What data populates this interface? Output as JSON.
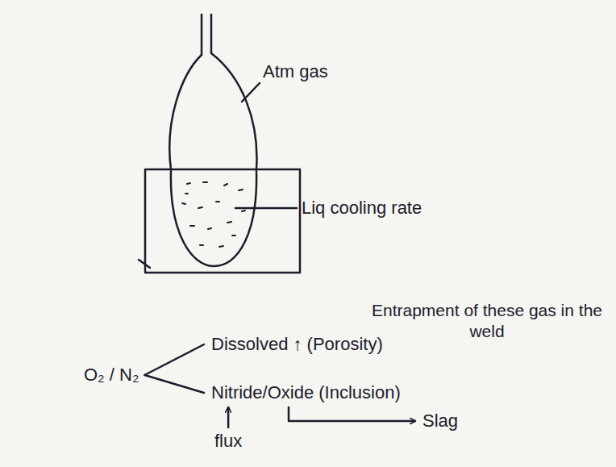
{
  "diagram": {
    "nodes": [
      {
        "text": [
          "O₂ / N₂"
        ]
      },
      {
        "text": [
          "Dissolved ↑ (Porosity)"
        ]
      },
      {
        "text": [
          "Nitride/Oxide (Inclusion)"
        ]
      },
      {
        "text": [
          "flux"
        ]
      },
      {
        "text": [
          "Slag"
        ]
      }
    ],
    "edges": [
      {
        "from": 0,
        "to": 1,
        "arrow": "none"
      },
      {
        "from": 0,
        "to": 2,
        "arrow": "none"
      },
      {
        "from": 3,
        "to": 2,
        "arrow": "to"
      },
      {
        "from": 2,
        "to": 4,
        "arrow": "to"
      }
    ],
    "labels": [
      "Atm gas",
      "Liq cooling rate",
      "Entrapment of these gas in the weld"
    ]
  }
}
